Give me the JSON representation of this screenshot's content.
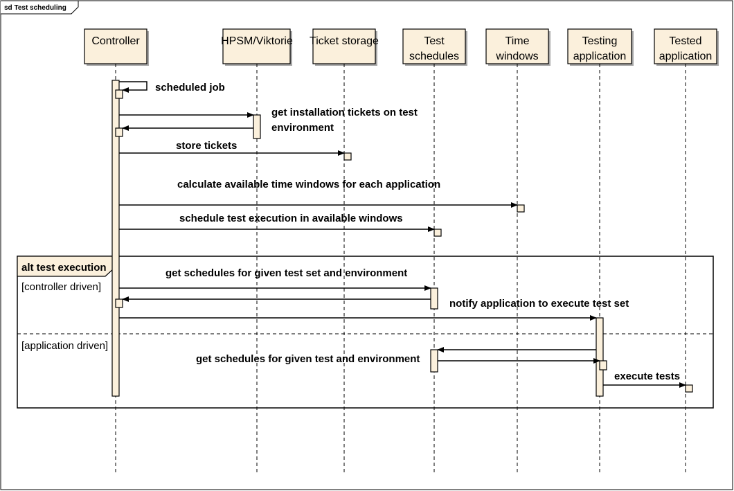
{
  "frame": {
    "title": "sd Test scheduling"
  },
  "lifelines": [
    {
      "id": "controller",
      "label": [
        "Controller"
      ]
    },
    {
      "id": "hpsm",
      "label": [
        "HPSM/Viktorie"
      ]
    },
    {
      "id": "ticket",
      "label": [
        "Ticket storage"
      ]
    },
    {
      "id": "schedules",
      "label": [
        "Test",
        "schedules"
      ]
    },
    {
      "id": "windows",
      "label": [
        "Time",
        "windows"
      ]
    },
    {
      "id": "testing",
      "label": [
        "Testing",
        "application"
      ]
    },
    {
      "id": "tested",
      "label": [
        "Tested",
        "application"
      ]
    }
  ],
  "messages": [
    {
      "from": "controller",
      "to": "controller",
      "label": [
        "scheduled job"
      ]
    },
    {
      "from": "controller",
      "to": "hpsm",
      "label": [
        "get installation tickets on test",
        "environment"
      ]
    },
    {
      "from": "hpsm",
      "to": "controller",
      "label": []
    },
    {
      "from": "controller",
      "to": "ticket",
      "label": [
        "store tickets"
      ]
    },
    {
      "from": "controller",
      "to": "windows",
      "label": [
        "calculate available time windows for each application"
      ]
    },
    {
      "from": "controller",
      "to": "schedules",
      "label": [
        "schedule test execution in available windows"
      ]
    },
    {
      "from": "controller",
      "to": "schedules",
      "label": [
        "get schedules for given test set and environment"
      ]
    },
    {
      "from": "schedules",
      "to": "controller",
      "label": []
    },
    {
      "from": "controller",
      "to": "testing",
      "label": [
        "notify application to execute test set"
      ]
    },
    {
      "from": "testing",
      "to": "schedules",
      "label": []
    },
    {
      "from": "schedules",
      "to": "testing",
      "label": [
        "get schedules for given test and environment"
      ]
    },
    {
      "from": "testing",
      "to": "tested",
      "label": [
        "execute tests"
      ]
    }
  ],
  "fragment": {
    "operator": "alt test execution",
    "guards": [
      "[controller driven]",
      "[application driven]"
    ]
  },
  "colors": {
    "box_fill": "#fbf0dc",
    "line": "#000000",
    "shadow": "#a8a8a8"
  }
}
